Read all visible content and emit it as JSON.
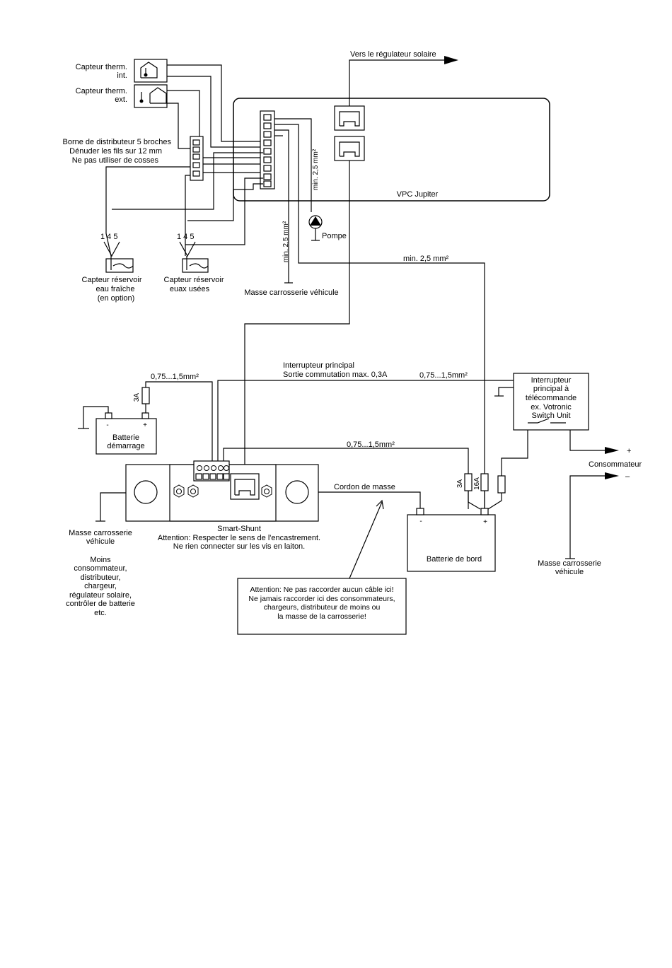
{
  "labels": {
    "sensor_int_1": "Capteur therm.",
    "sensor_int_2": "int.",
    "sensor_ext_1": "Capteur therm.",
    "sensor_ext_2": "ext.",
    "distrib_1": "Borne de distributeur 5 broches",
    "distrib_2": "Dénuder les fils sur 12 mm",
    "distrib_3": "Ne pas utiliser de cosses",
    "solar": "Vers le régulateur solaire",
    "vpc": "VPC Jupiter",
    "wire_25_a": "min. 2,5 mm²",
    "wire_25_b": "min. 2,5 mm²",
    "wire_25_c": "min. 2,5 mm²",
    "pump": "Pompe",
    "pins_a": "1 4 5",
    "pins_b": "1 4 5",
    "tank_fresh_1": "Capteur réservoir",
    "tank_fresh_2": "eau fraîche",
    "tank_fresh_3": "(en option)",
    "tank_waste_1": "Capteur réservoir",
    "tank_waste_2": "euax usées",
    "ground_vehicle_top": "Masse carrosserie véhicule",
    "main_switch_1": "Interrupteur principal",
    "main_switch_2": "Sortie commutation max. 0,3A",
    "wire_075_a": "0,75...1,5mm²",
    "wire_075_b": "0,75...1,5mm²",
    "wire_075_c": "0,75...1,5mm²",
    "remote_1": "Interrupteur",
    "remote_2": "principal à",
    "remote_3": "télécommande",
    "remote_4": "ex. Votronic",
    "remote_5": "Switch Unit",
    "fuse_3a_top": "3A",
    "fuse_3a": "3A",
    "fuse_16a": "16A",
    "start_batt_minus": "-",
    "start_batt_plus": "+",
    "start_batt_1": "Batterie",
    "start_batt_2": "démarrage",
    "consumer": "Consommateur",
    "consumer_plus": "+",
    "consumer_minus": "–",
    "ground_cable": "Cordon de masse",
    "board_batt": "Batterie de bord",
    "board_minus": "-",
    "board_plus": "+",
    "shunt_1": "Smart-Shunt",
    "shunt_2": "Attention: Respecter le sens de l'encastrement.",
    "shunt_3": "Ne rien connecter sur les vis en laiton.",
    "ground_left_1": "Masse carrosserie",
    "ground_left_2": "véhicule",
    "minus_list_1": "Moins",
    "minus_list_2": "consommateur,",
    "minus_list_3": "distributeur,",
    "minus_list_4": "chargeur,",
    "minus_list_5": "régulateur solaire,",
    "minus_list_6": "contrôler de batterie",
    "minus_list_7": "etc.",
    "ground_right_1": "Masse carrosserie",
    "ground_right_2": "véhicule",
    "warn_1": "Attention: Ne pas raccorder aucun câble ici!",
    "warn_2": "Ne jamais raccorder ici des consommateurs,",
    "warn_3": "chargeurs, distributeur de moins ou",
    "warn_4": "la masse de la carrosserie!"
  }
}
